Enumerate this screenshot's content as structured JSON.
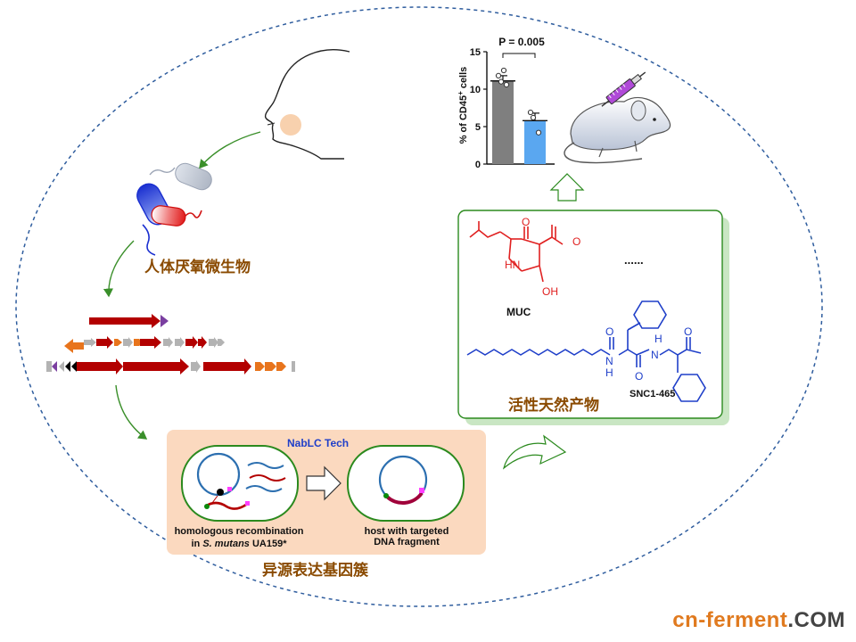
{
  "labels": {
    "microbes": "人体厌氧微生物",
    "heterologous": "异源表达基因簇",
    "natural_products": "活性天然产物",
    "tech": "NabLC Tech",
    "recomb_line1": "homologous recombination",
    "recomb_line2_prefix": "in ",
    "recomb_line2_species": "S. mutans",
    "recomb_line2_suffix": " UA159*",
    "host_line1": "host with targeted",
    "host_line2": "DNA fragment",
    "muc": "MUC",
    "snc": "SNC1-465",
    "ellipsis": "......",
    "o1": "O",
    "o2": "O",
    "hn": "HN",
    "oh": "OH",
    "n1": "N",
    "h1": "H",
    "n2": "N",
    "h2": "H",
    "o3": "O",
    "o4": "O",
    "o5": "O"
  },
  "watermark": {
    "main": "cn-ferment",
    "tld": ".COM",
    "main_color": "#e07a1f",
    "tld_color": "#444444"
  },
  "colors": {
    "dark_red": "#b30000",
    "orange": "#e8741c",
    "grey": "#b3b3b3",
    "purple": "#7a3fa0",
    "blue": "#1f3fc9",
    "red": "#e02020",
    "green": "#3a8f2a"
  },
  "chart_data": {
    "type": "bar",
    "title": "P = 0.005",
    "ylabel": "% of CD45+ cells",
    "ylabel_main": "% of CD45",
    "ylabel_sup": "+",
    "ylabel_tail": " cells",
    "ylim": [
      0,
      15
    ],
    "yticks": [
      "0",
      "5",
      "10",
      "15"
    ],
    "series": [
      {
        "values": [
          11.1
        ],
        "error": 0.7,
        "points": [
          11.8,
          10.6,
          11.0,
          12.5
        ],
        "color": "#7f7f7f"
      },
      {
        "values": [
          5.8
        ],
        "error": 1.0,
        "points": [
          6.9,
          4.2,
          6.2
        ],
        "color": "#5aa7f0"
      }
    ]
  }
}
